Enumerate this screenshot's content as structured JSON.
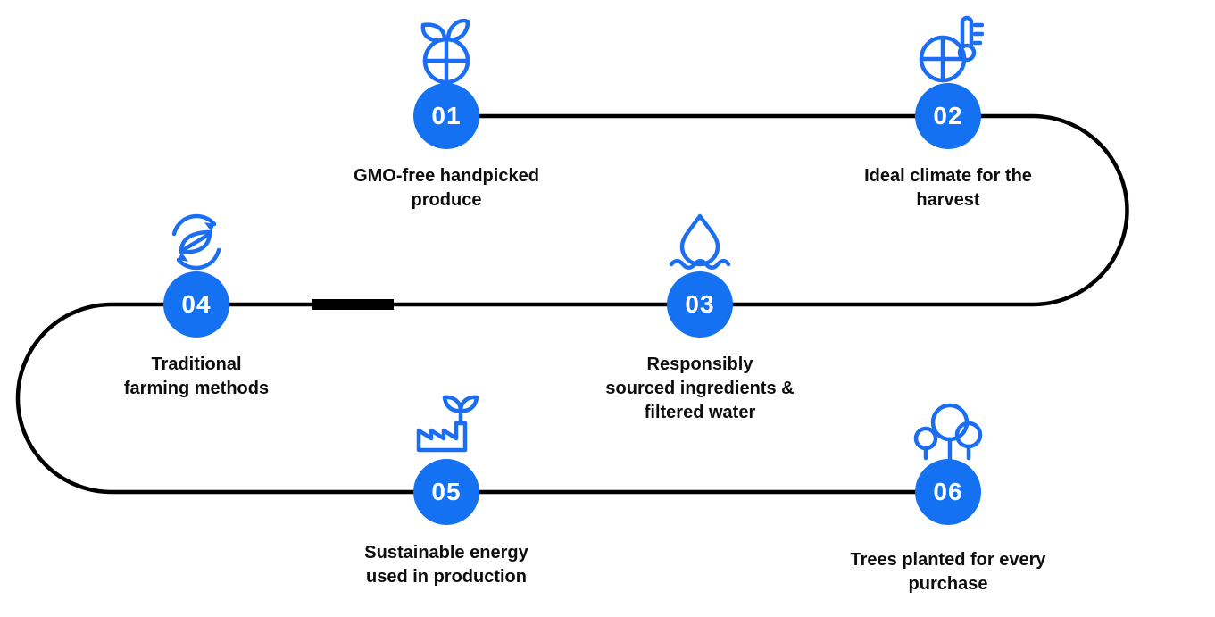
{
  "diagram_type": "process-flow-snake",
  "colors": {
    "step_circle": "#1471f2",
    "icon_stroke": "#1b6ef3",
    "connector": "#000000",
    "label_text": "#0d0d0d",
    "background": "#ffffff"
  },
  "steps": [
    {
      "number": "01",
      "icon": "apple-produce-icon",
      "label_lines": [
        "GMO-free handpicked",
        "produce"
      ]
    },
    {
      "number": "02",
      "icon": "fruit-thermometer-icon",
      "label_lines": [
        "Ideal climate for the",
        "harvest"
      ]
    },
    {
      "number": "03",
      "icon": "water-drop-icon",
      "label_lines": [
        "Responsibly",
        "sourced ingredients &",
        "filtered water"
      ]
    },
    {
      "number": "04",
      "icon": "leaf-cycle-icon",
      "label_lines": [
        "Traditional",
        "farming methods"
      ]
    },
    {
      "number": "05",
      "icon": "green-factory-icon",
      "label_lines": [
        "Sustainable energy",
        "used in production"
      ]
    },
    {
      "number": "06",
      "icon": "trees-icon",
      "label_lines": [
        "Trees planted for every",
        "purchase"
      ]
    }
  ]
}
